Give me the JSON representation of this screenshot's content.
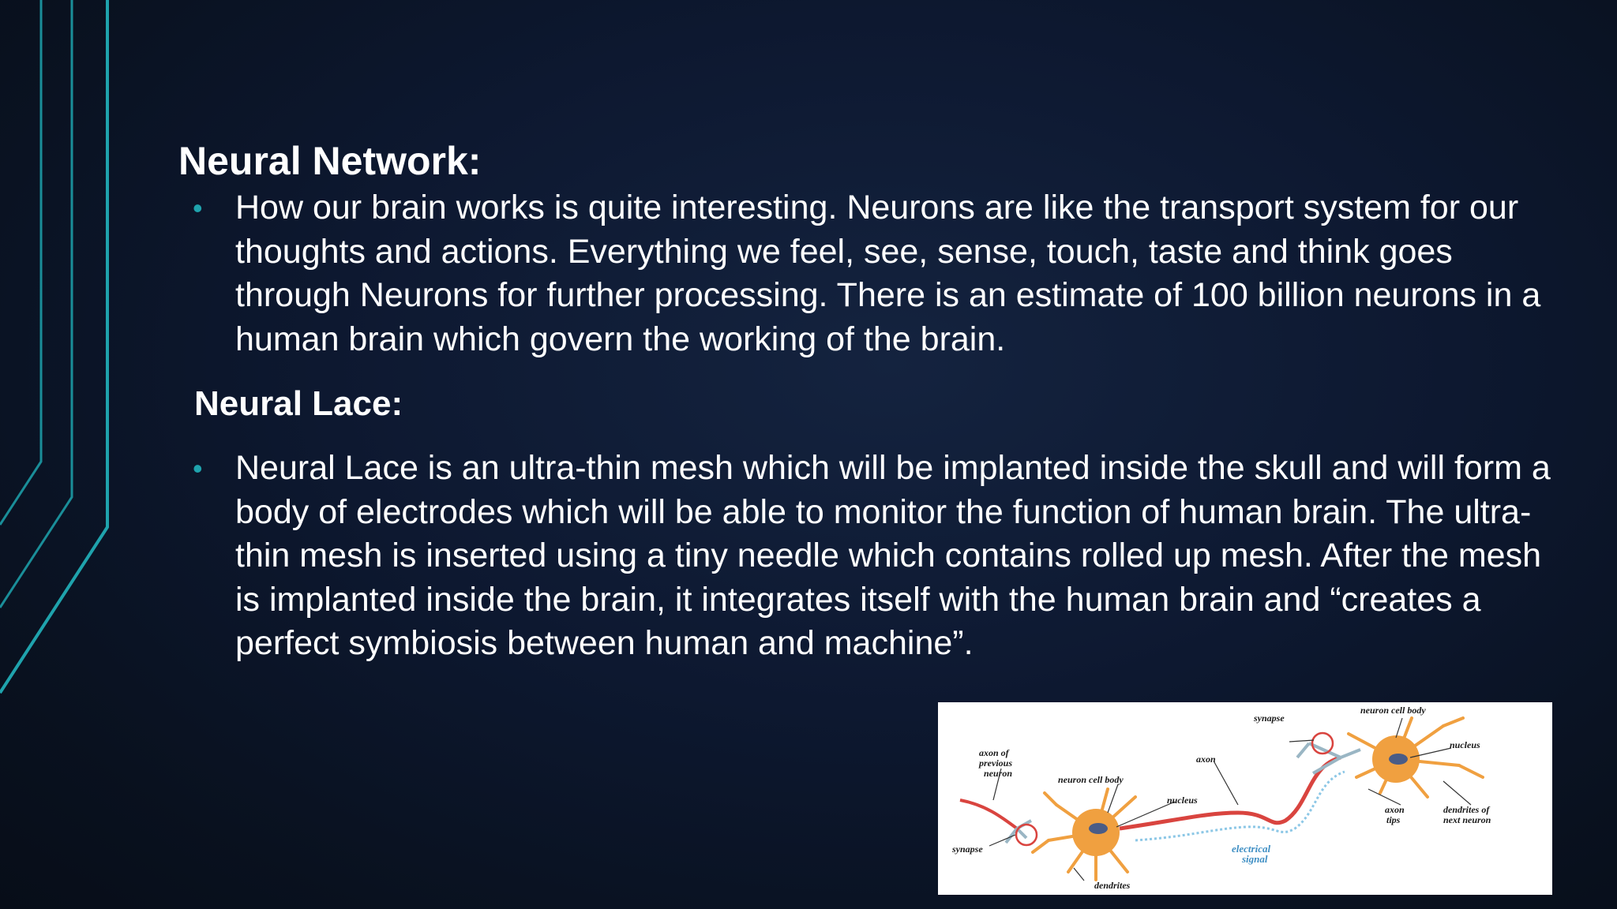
{
  "slide": {
    "heading": "Neural Network:",
    "bullet1": "How our brain works is quite interesting. Neurons are like the transport system for our thoughts and actions. Everything we feel, see, sense, touch, taste and think goes through Neurons for further processing. There is an estimate of 100 billion neurons in a human brain which govern the working of the brain.",
    "subheading": "Neural Lace:",
    "bullet2": "Neural Lace is an ultra-thin mesh which will be implanted inside the skull and will form a body of electrodes which will be able to monitor the function of human brain. The ultra-thin mesh is inserted using a tiny needle which contains rolled up mesh. After the mesh is implanted inside the brain, it integrates itself with the human brain and “creates a perfect symbiosis between human and machine”.",
    "bullet_char": "•"
  },
  "diagram": {
    "labels": {
      "axon_prev_1": "axon of",
      "axon_prev_2": "previous",
      "axon_prev_3": "neuron",
      "cell_body_1": "neuron cell body",
      "nucleus_1": "nucleus",
      "synapse_1": "synapse",
      "dendrites": "dendrites",
      "axon": "axon",
      "electrical_1": "electrical",
      "electrical_2": "signal",
      "synapse_2": "synapse",
      "cell_body_2": "neuron cell body",
      "nucleus_2": "nucleus",
      "axon_tips_1": "axon",
      "axon_tips_2": "tips",
      "dendrites_next_1": "dendrites of",
      "dendrites_next_2": "next neuron"
    }
  },
  "colors": {
    "accent_teal": "#1fa3ad",
    "neuron_orange": "#f0a040",
    "axon_red": "#d9443f",
    "signal_blue": "#8cc7e6"
  }
}
